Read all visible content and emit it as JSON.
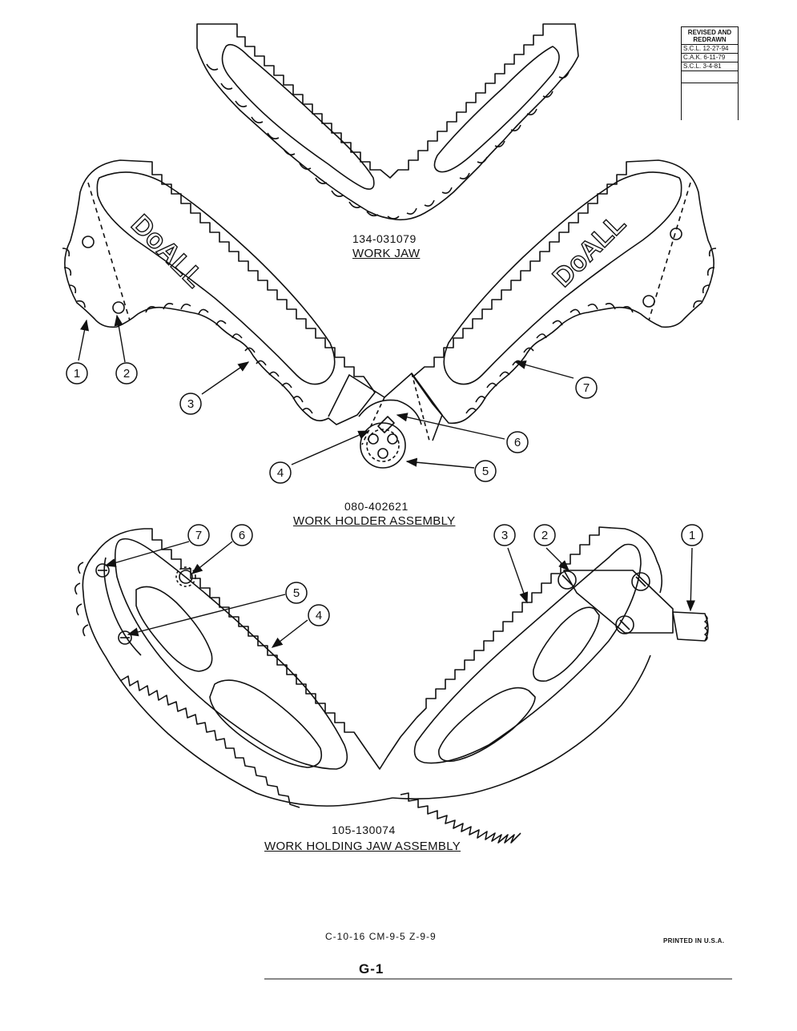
{
  "revision_block": {
    "header": "REVISED AND REDRAWN",
    "entries": [
      "S.C.L. 12-27-94",
      "C.A.K. 6-11-79",
      "S.C.L. 3-4-81"
    ]
  },
  "work_jaw": {
    "part_number": "134-031079",
    "title": "WORK JAW"
  },
  "work_holder": {
    "part_number": "080-402621",
    "title": "WORK HOLDER ASSEMBLY",
    "brand_left": "DoALL",
    "brand_right": "DoALL",
    "callouts": [
      "1",
      "2",
      "3",
      "4",
      "5",
      "6",
      "7"
    ]
  },
  "work_holding_jaw": {
    "part_number": "105-130074",
    "title": "WORK HOLDING JAW ASSEMBLY",
    "callouts": [
      "7",
      "6",
      "5",
      "4",
      "3",
      "2",
      "1"
    ]
  },
  "footer": {
    "code": "C-10-16  CM-9-5  Z-9-9",
    "printed": "PRINTED IN U.S.A.",
    "page": "G-1"
  }
}
